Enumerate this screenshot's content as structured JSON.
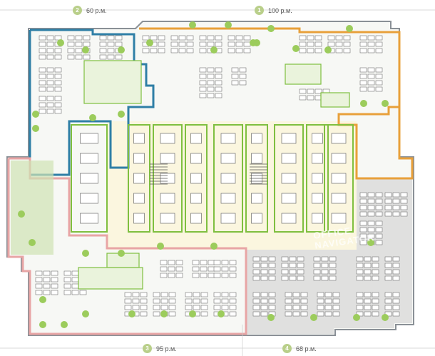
{
  "zones": [
    {
      "num": "1",
      "label": "100 р.м.",
      "color": "#e8a03a"
    },
    {
      "num": "2",
      "label": "60 р.м.",
      "color": "#2f7fa6"
    },
    {
      "num": "3",
      "label": "95 р.м.",
      "color": "#e8a5a5"
    },
    {
      "num": "4",
      "label": "68 р.м.",
      "color": "#c8c8c8"
    }
  ],
  "watermark": {
    "line1": "OFFICE",
    "line2": "NAVIGATOR"
  },
  "colors": {
    "green": "#7fbf3f",
    "light_green": "#eaf3dc",
    "wall": "#9aa0a6",
    "core": "#fbf6df"
  }
}
